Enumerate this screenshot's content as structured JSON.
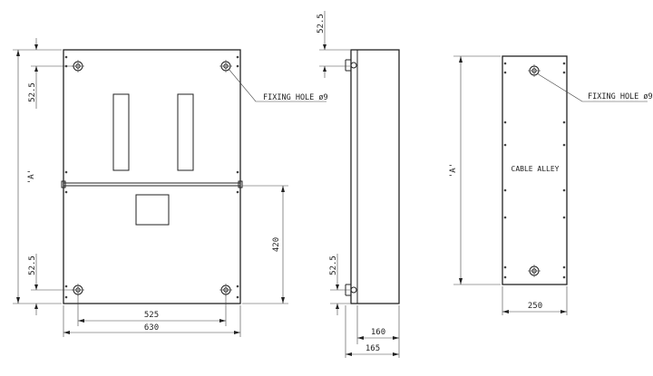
{
  "colors": {
    "line": "#222222",
    "background": "#ffffff"
  },
  "front_view": {
    "dim_top_offset": "52.5",
    "dim_bottom_offset": "52.5",
    "dim_height": "'A'",
    "dim_hole_spacing": "525",
    "dim_width": "630",
    "dim_lower_height": "420",
    "fixing_hole_label": "FIXING HOLE ø9"
  },
  "side_view": {
    "dim_top_offset": "52.5",
    "dim_bottom_offset": "52.5",
    "dim_body_depth": "160",
    "dim_total_depth": "165"
  },
  "cable_alley": {
    "dim_height": "'A'",
    "dim_width": "250",
    "fixing_hole_label": "FIXING HOLE ø9",
    "center_label": "CABLE ALLEY"
  }
}
